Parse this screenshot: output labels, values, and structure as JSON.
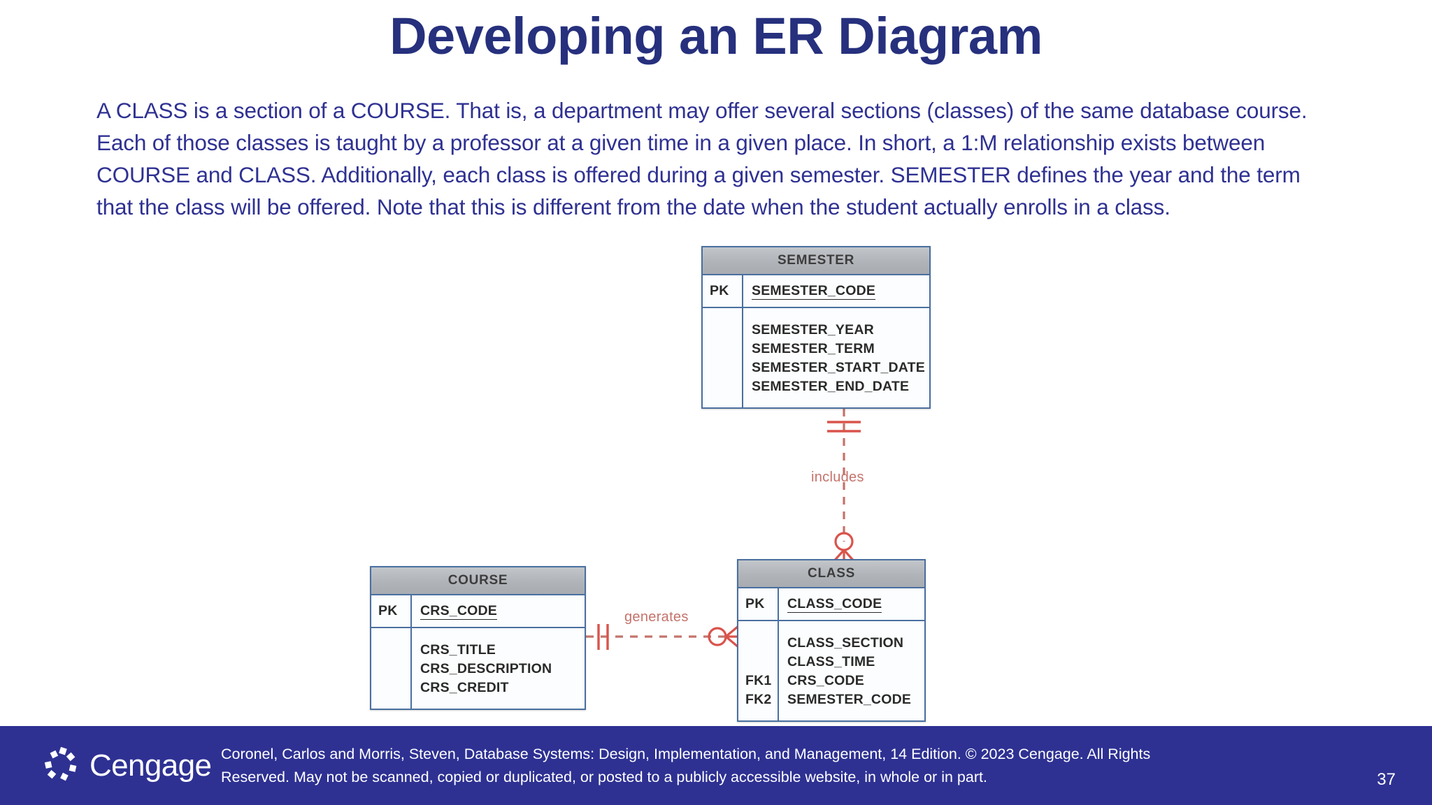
{
  "slide": {
    "title": "Developing an ER Diagram",
    "body": "A CLASS is a section of a COURSE. That is, a department may offer several sections (classes) of the same database course. Each of those classes is taught by a professor at a given time in a given place. In short, a 1:M relationship exists between COURSE and CLASS. Additionally, each class is offered during a given semester. SEMESTER defines the year and the term that the class will be offered. Note that this is different from the date when the student actually enrolls in a class.",
    "title_color": "#26307d",
    "body_color": "#2f3192"
  },
  "diagram": {
    "type": "crows-foot-er-diagram",
    "entities": [
      {
        "name": "SEMESTER",
        "pk_label": "PK",
        "pk_attribute": "SEMESTER_CODE",
        "attributes": [
          {
            "key": "",
            "name": "SEMESTER_YEAR"
          },
          {
            "key": "",
            "name": "SEMESTER_TERM"
          },
          {
            "key": "",
            "name": "SEMESTER_START_DATE"
          },
          {
            "key": "",
            "name": "SEMESTER_END_DATE"
          }
        ]
      },
      {
        "name": "COURSE",
        "pk_label": "PK",
        "pk_attribute": "CRS_CODE",
        "attributes": [
          {
            "key": "",
            "name": "CRS_TITLE"
          },
          {
            "key": "",
            "name": "CRS_DESCRIPTION"
          },
          {
            "key": "",
            "name": "CRS_CREDIT"
          }
        ]
      },
      {
        "name": "CLASS",
        "pk_label": "PK",
        "pk_attribute": "CLASS_CODE",
        "attributes": [
          {
            "key": "",
            "name": "CLASS_SECTION"
          },
          {
            "key": "",
            "name": "CLASS_TIME"
          },
          {
            "key": "FK1",
            "name": "CRS_CODE"
          },
          {
            "key": "FK2",
            "name": "SEMESTER_CODE"
          }
        ]
      }
    ],
    "relationships": [
      {
        "label": "includes",
        "from": "SEMESTER",
        "to": "CLASS",
        "from_cardinality": "one-and-only-one",
        "to_cardinality": "zero-or-many",
        "line_style": "dashed",
        "orientation": "vertical"
      },
      {
        "label": "generates",
        "from": "COURSE",
        "to": "CLASS",
        "from_cardinality": "one-and-only-one",
        "to_cardinality": "zero-or-many",
        "line_style": "dashed",
        "orientation": "horizontal"
      }
    ],
    "colors": {
      "entity_border": "#4a6fa0",
      "entity_header_fill": "#b0b4b9",
      "relationship_line": "#c4736b"
    }
  },
  "footer": {
    "brand": "Cengage",
    "citation_line1": "Coronel, Carlos and Morris, Steven, Database Systems: Design, Implementation, and Management, 14 Edition. © 2023 Cengage. All Rights",
    "citation_line2": "Reserved. May not be scanned, copied or duplicated, or posted to a publicly accessible website, in whole or in part.",
    "page_number": "37",
    "background_color": "#2e3192"
  }
}
